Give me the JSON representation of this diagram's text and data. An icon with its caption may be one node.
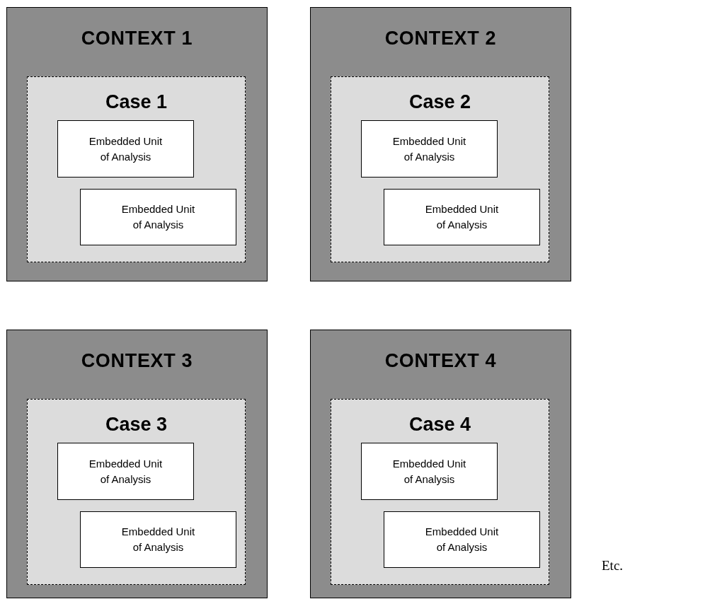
{
  "diagram": {
    "nodes": [
      {
        "text": [
          "CONTEXT 1"
        ]
      },
      {
        "text": [
          "Case 1"
        ],
        "in": 0
      },
      {
        "text": [
          "Embedded Unit of Analysis"
        ],
        "in": 1
      },
      {
        "text": [
          "Embedded Unit of Analysis"
        ],
        "in": 1
      },
      {
        "text": [
          "CONTEXT 2"
        ]
      },
      {
        "text": [
          "Case 2"
        ],
        "in": 4
      },
      {
        "text": [
          "Embedded Unit of Analysis"
        ],
        "in": 5
      },
      {
        "text": [
          "Embedded Unit of Analysis"
        ],
        "in": 5
      },
      {
        "text": [
          "CONTEXT 3"
        ]
      },
      {
        "text": [
          "Case 3"
        ],
        "in": 8
      },
      {
        "text": [
          "Embedded Unit of Analysis"
        ],
        "in": 9
      },
      {
        "text": [
          "Embedded Unit of Analysis"
        ],
        "in": 9
      },
      {
        "text": [
          "CONTEXT 4"
        ]
      },
      {
        "text": [
          "Case 4"
        ],
        "in": 12
      },
      {
        "text": [
          "Embedded Unit of Analysis"
        ],
        "in": 13
      },
      {
        "text": [
          "Embedded Unit of Analysis"
        ],
        "in": 13
      }
    ],
    "labels": [
      "Etc."
    ]
  }
}
